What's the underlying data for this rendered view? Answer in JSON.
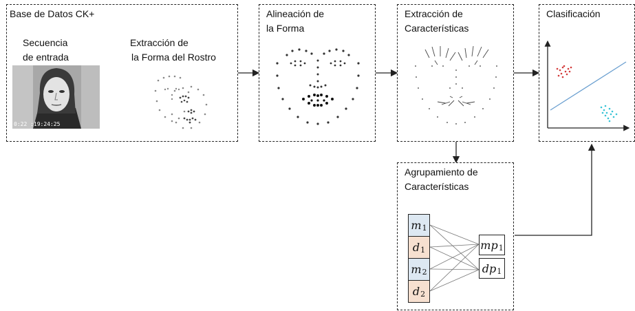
{
  "colors": {
    "line": "#222222",
    "motion_fill": "#dde8f2",
    "distance_fill": "#f7e0d0",
    "scatter_a": "#d33a3a",
    "scatter_b": "#36c3d6",
    "separator": "#6a9fd0"
  },
  "db": {
    "title": "Base de Datos CK+",
    "seq_line1": "Secuencia",
    "seq_line2": "de entrada",
    "timestamp": "0:22 :19:24:25",
    "shape_line1": "Extracción de",
    "shape_line2": "la Forma del Rostro"
  },
  "align": {
    "line1": "Alineación de",
    "line2": "la Forma"
  },
  "feat": {
    "line1": "Extracción de",
    "line2": "Características"
  },
  "clasif": {
    "title": "Clasificación"
  },
  "group": {
    "line1": "Agrupamiento de",
    "line2": "Características",
    "inputs": [
      {
        "base": "m",
        "sub": "1"
      },
      {
        "base": "d",
        "sub": "1"
      },
      {
        "base": "m",
        "sub": "2"
      },
      {
        "base": "d",
        "sub": "2"
      }
    ],
    "outputs": [
      {
        "base": "mp",
        "sub": "1"
      },
      {
        "base": "dp",
        "sub": "1"
      }
    ]
  }
}
